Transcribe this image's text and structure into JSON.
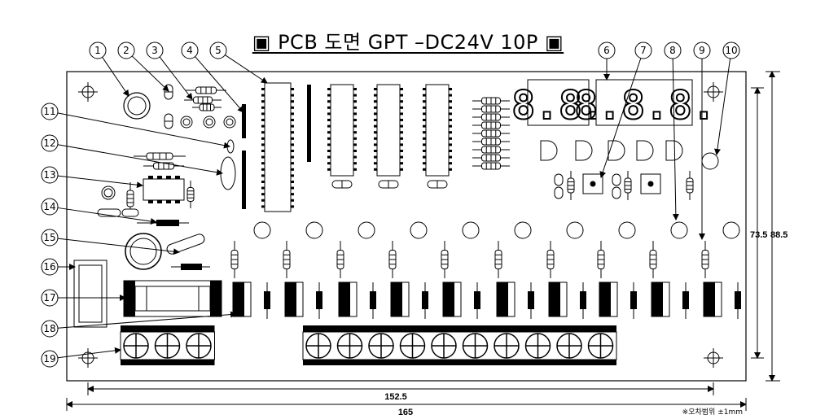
{
  "title": "▣  PCB  도면  GPT  –DC24V  10P  ▣",
  "callouts": [
    "1",
    "2",
    "3",
    "4",
    "5",
    "6",
    "7",
    "8",
    "9",
    "10",
    "11",
    "12",
    "13",
    "14",
    "15",
    "16",
    "17",
    "18",
    "19"
  ],
  "seven_segment": {
    "left_digits": "8.8.",
    "right_digits": "8.8.8."
  },
  "dimensions": {
    "inner_height": "73.5",
    "outer_height": "88.5",
    "inner_width": "152.5",
    "outer_width": "165",
    "tolerance_note": "※오차범위  ±1mm"
  },
  "colors": {
    "ink": "#000000",
    "board": "#ffffff"
  }
}
